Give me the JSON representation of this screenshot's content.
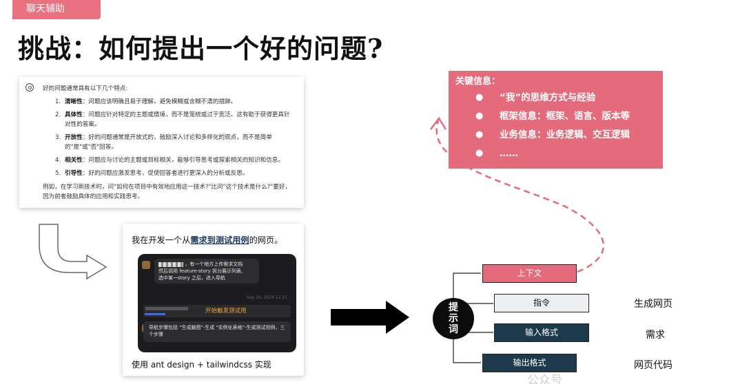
{
  "header": {
    "tag": "聊天辅助",
    "title": "挑战：如何提出一个好的问题?"
  },
  "answer_card": {
    "intro": "好的问题通常具有以下几个特点:",
    "items": [
      {
        "num": "1.",
        "term": "清晰性",
        "text": "：问题应该明确且易于理解，避免模糊或含糊不清的措辞。"
      },
      {
        "num": "2.",
        "term": "具体性",
        "text": "：问题应针对特定的主题或情境，而不是笼统或过于宽泛。这有助于获得更具针对性的答案。"
      },
      {
        "num": "3.",
        "term": "开放性",
        "text": "：好的问题通常是开放式的，鼓励深入讨论和多样化的观点，而不是简单的\"是\"或\"否\"回答。"
      },
      {
        "num": "4.",
        "term": "相关性",
        "text": "：问题应与讨论的主题或目标相关，能够引导思考或探索相关的知识和信息。"
      },
      {
        "num": "5.",
        "term": "引导性",
        "text": "：好的问题应激发思考，促使回答者进行更深入的分析或反思。"
      }
    ],
    "example": "例如，在学习新技术时，问\"如何在项目中有效地应用这一技术?\"比问\"这个技术是什么?\"要好，因为前者鼓励具体的应用和实践思考。"
  },
  "prompt_card": {
    "head_before": "我在开发一个从",
    "head_link": "需求到测试用例",
    "head_after": "的网页。",
    "bubble1_line1": "，有一个地方上传需求文档",
    "bubble1_line2": "然后调用 feature-story 拆分展示列表,",
    "bubble1_line3": "选中某一story 之后，进入导航",
    "timestamp": "Sep 20, 2024 12:21",
    "mini_note": "开始触发测试用",
    "bubble2": "导航步骤包括 \"生成脑图\"-生成 \"实例化表格\"-生成测试用例，三个步骤",
    "footer": "使用 ant design + tailwindcss 实现"
  },
  "key_info": {
    "title": "关键信息：",
    "items": [
      "“我”的思维方式与经验",
      "框架信息：框架、语言、版本等",
      "业务信息：业务逻辑、交互逻辑",
      "……"
    ]
  },
  "diagram": {
    "circle": [
      "提",
      "示",
      "词"
    ],
    "boxes": {
      "context": "上下文",
      "instruction": "指令",
      "input": "输入格式",
      "output": "输出格式"
    },
    "right_labels": {
      "instruction": "生成网页",
      "input": "需求",
      "output": "网页代码"
    }
  },
  "watermark": "公众号",
  "colors": {
    "accent_pink": "#e46b7c",
    "dark_navy": "#1d3a4c"
  }
}
